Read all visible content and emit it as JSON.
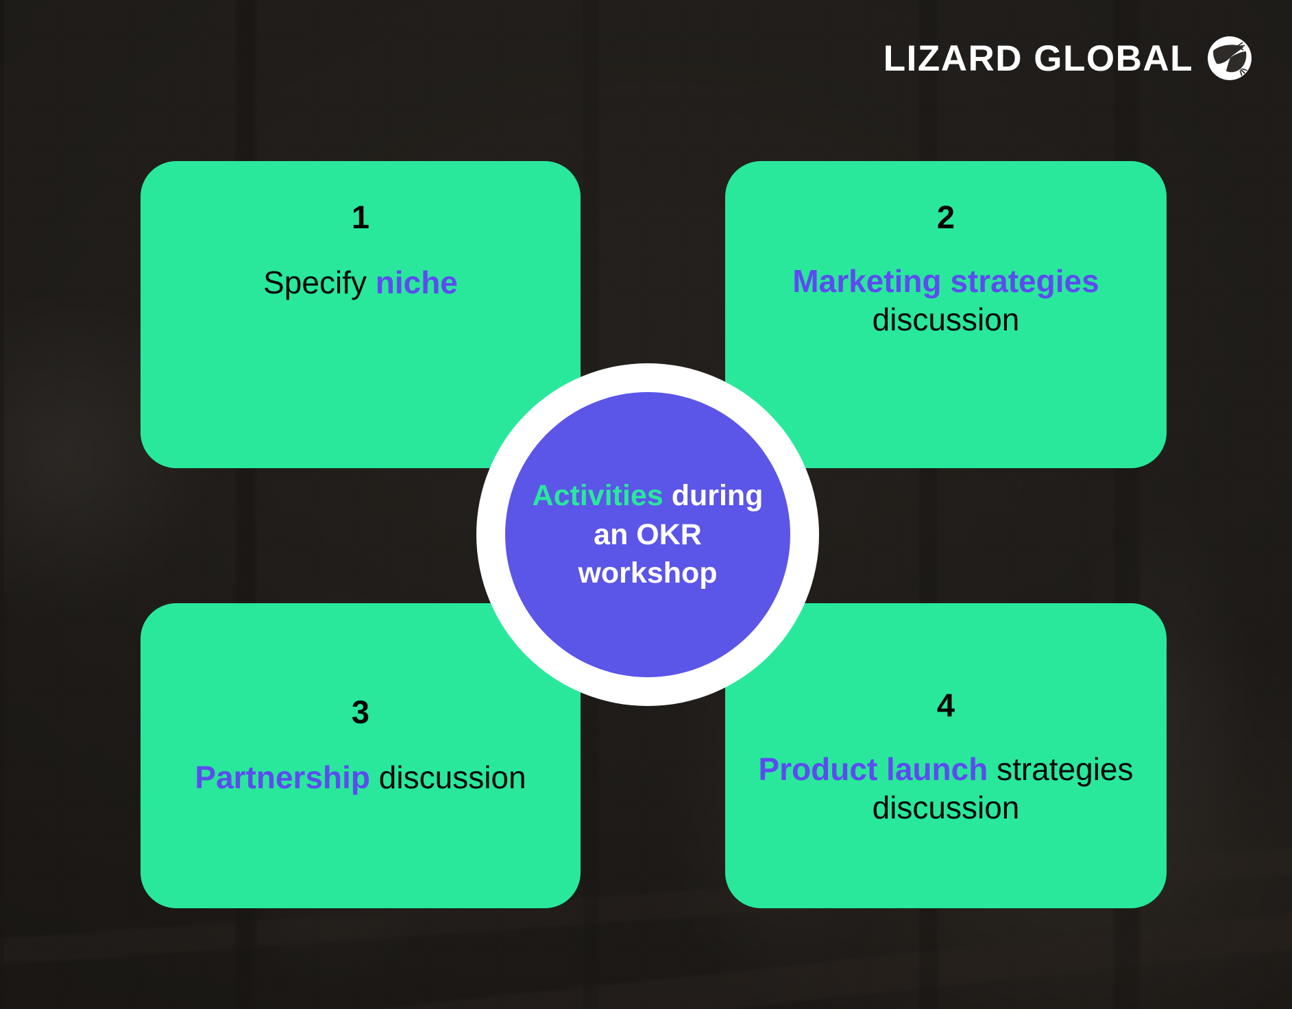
{
  "brand": {
    "logo_text": "LIZARD GLOBAL",
    "logo_icon": "lizard-circle-icon",
    "colors": {
      "green": "#29E89C",
      "purple": "#5B55E8",
      "accent_purple_text": "#5D4BF0",
      "white": "#FFFFFF",
      "black": "#070707",
      "background_overlay": "#2E2A27"
    }
  },
  "center": {
    "highlight": "Activities",
    "rest": " during an OKR workshop",
    "full_text": "Activities during an OKR workshop"
  },
  "cards": [
    {
      "number": "1",
      "lead": "Specify ",
      "highlight": "niche",
      "trail": "",
      "full_text": "Specify niche",
      "highlight_position": "end"
    },
    {
      "number": "2",
      "lead": "",
      "highlight": "Marketing strategies",
      "trail": " discussion",
      "full_text": "Marketing strategies discussion",
      "highlight_position": "start"
    },
    {
      "number": "3",
      "lead": "",
      "highlight": "Partnership",
      "trail": " discussion",
      "full_text": "Partnership discussion",
      "highlight_position": "start"
    },
    {
      "number": "4",
      "lead": "",
      "highlight": "Product launch",
      "trail": " strategies discussion",
      "full_text": "Product launch strategies discussion",
      "highlight_position": "start"
    }
  ]
}
